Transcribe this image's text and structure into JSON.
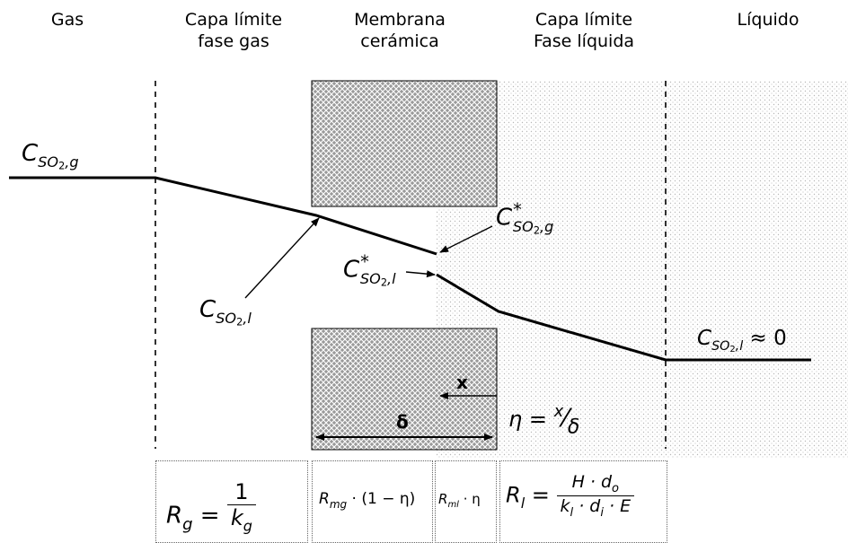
{
  "headers": {
    "gas": "Gas",
    "capa_gas_1": "Capa límite",
    "capa_gas_2": "fase gas",
    "membrana_1": "Membrana",
    "membrana_2": "cerámica",
    "capa_liq_1": "Capa límite",
    "capa_liq_2": "Fase líquida",
    "liquido": "Líquido"
  },
  "labels": {
    "C": "C",
    "sub_so": "SO",
    "sub_2": "2",
    "sub_g": ",g",
    "sub_l": ",l",
    "star": "*",
    "approx_zero": " ≈ 0",
    "x": "x",
    "delta": "δ",
    "eta_eq": "η = ",
    "eta_x": "x",
    "eta_delta": "δ"
  },
  "resistances": {
    "rg_R": "R",
    "rg_sub": "g",
    "rg_eq": " = ",
    "rg_num": "1",
    "rg_den_k": "k",
    "rg_den_sub": "g",
    "rmg_R": "R",
    "rmg_sub": "mg",
    "rmg_rest": " · (1 − η)",
    "rml_R": "R",
    "rml_sub": "ml",
    "rml_rest": " · η",
    "rl_R": "R",
    "rl_sub": "l",
    "rl_eq": " = ",
    "rl_num": "H · d",
    "rl_num_sub": "o",
    "rl_den_k": "k",
    "rl_den_ksub": "l",
    "rl_den_mid": " · d",
    "rl_den_dsub": "i",
    "rl_den_end": " · E"
  },
  "colors": {
    "membrane_fill": "#a8a8a8",
    "liquid_dots": "#bbbbbb",
    "line": "#000000"
  }
}
